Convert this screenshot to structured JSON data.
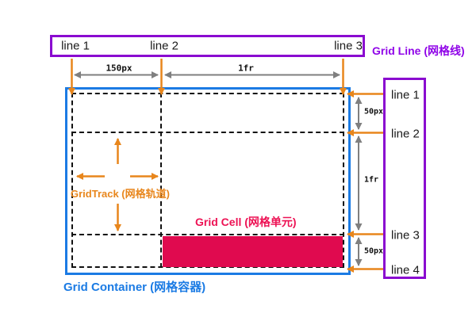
{
  "colors": {
    "purple": "#8a0ad0",
    "purple_text": "#9005e8",
    "blue": "#1b7be4",
    "orange": "#e8861c",
    "gray": "#7f7f7f",
    "pink": "#e00a4f",
    "pink_text": "#ed1254",
    "ink": "#1a1a1a"
  },
  "top_ruler": {
    "labels": [
      "line 1",
      "line 2",
      "line 3"
    ]
  },
  "right_ruler": {
    "labels": [
      "line 1",
      "line 2",
      "line 3",
      "line 4"
    ]
  },
  "column_sizes": [
    "150px",
    "1fr"
  ],
  "row_sizes": [
    "50px",
    "1fr",
    "50px"
  ],
  "captions": {
    "grid_line": "Grid Line (网格线)",
    "grid_track": "GridTrack (网格轨道)",
    "grid_cell": "Grid Cell (网格单元)",
    "grid_container": "Grid Container (网格容器)"
  }
}
